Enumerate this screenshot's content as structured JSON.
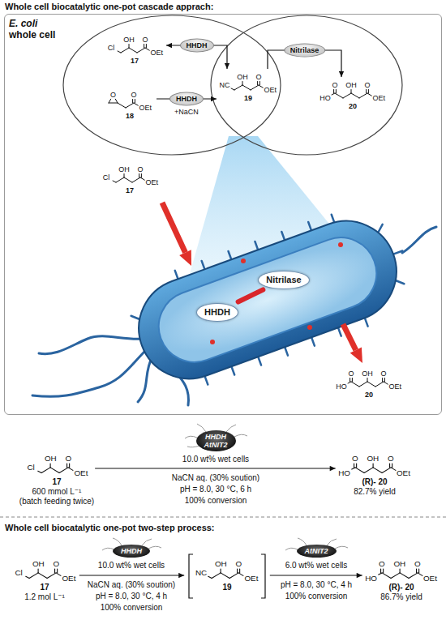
{
  "diagram": {
    "title": "Whole cell biocatalytic one-pot cascade apprach:",
    "nodes": [
      {
        "text": [
          "E. coli",
          "whole cell"
        ]
      },
      {
        "text": [
          "OH",
          "O",
          "Cl",
          "OEt",
          "17"
        ],
        "in": 0
      },
      {
        "text": [
          "O",
          "O",
          "OEt",
          "18"
        ],
        "in": 0
      },
      {
        "text": [
          "OH",
          "O",
          "NC",
          "OEt",
          "19"
        ],
        "in": 0
      },
      {
        "text": [
          "O",
          "OH",
          "O",
          "HO",
          "OEt",
          "20"
        ],
        "in": 0
      },
      {
        "text": [
          "OH",
          "O",
          "Cl",
          "OEt",
          "17"
        ],
        "in": 0
      },
      {
        "text": [
          "HHDH"
        ],
        "in": 0
      },
      {
        "text": [
          "Nitrilase"
        ],
        "in": 0
      },
      {
        "text": [
          "O",
          "OH",
          "O",
          "HO",
          "OEt",
          "20"
        ],
        "in": 0
      },
      {
        "text": [
          "OH",
          "O",
          "Cl",
          "OEt",
          "17",
          "600 mmol L⁻¹",
          "(batch feeding twice)"
        ]
      },
      {
        "text": [
          "HHDH",
          "AtNIT2"
        ]
      },
      {
        "text": [
          "O",
          "OH",
          "O",
          "HO",
          "OEt",
          "(R)- 20",
          "82.7% yield"
        ]
      },
      {
        "text": [
          "OH",
          "O",
          "Cl",
          "OEt",
          "17",
          "1.2 mol L⁻¹"
        ]
      },
      {
        "text": [
          "HHDH"
        ]
      },
      {
        "text": [
          "OH",
          "O",
          "NC",
          "OEt",
          "19"
        ]
      },
      {
        "text": [
          "AtNIT2"
        ]
      },
      {
        "text": [
          "O",
          "OH",
          "O",
          "HO",
          "OEt",
          "(R)- 20",
          "86.7% yield"
        ]
      }
    ],
    "edges": [
      {
        "from": 1,
        "to": 3,
        "arrow": "both",
        "label": "HHDH"
      },
      {
        "from": 2,
        "to": 3,
        "arrow": "to",
        "label": "HHDH"
      },
      {
        "from": 3,
        "to": 4,
        "arrow": "to",
        "label": "Nitrilase"
      },
      {
        "from": 6,
        "to": 7,
        "arrow": "none"
      },
      {
        "from": 9,
        "to": 11,
        "arrow": "to"
      },
      {
        "from": 12,
        "to": 14,
        "arrow": "to"
      },
      {
        "from": 14,
        "to": 16,
        "arrow": "to"
      }
    ],
    "labels": [
      "+NaCN",
      "10.0 wt% wet cells",
      "NaCN aq. (30% soution)",
      "pH = 8.0, 30 °C, 6 h",
      "100% conversion",
      "Whole cell biocatalytic one-pot two-step process:",
      "10.0 wt% wet cells",
      "NaCN aq. (30% soution)",
      "pH = 8.0, 30 °C, 4 h",
      "100% conversion",
      "6.0 wt% wet cells",
      "pH = 8.0, 30 °C, 4 h",
      "100% conversion"
    ]
  }
}
